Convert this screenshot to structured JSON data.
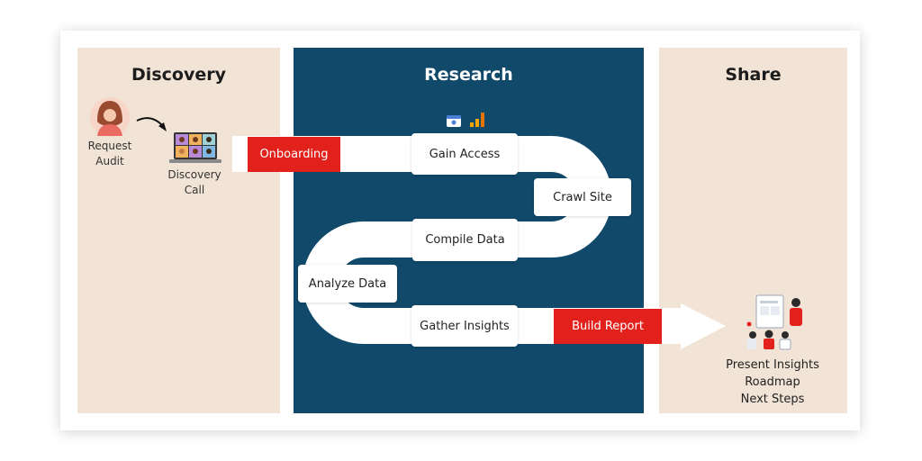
{
  "columns": {
    "discovery": {
      "title": "Discovery"
    },
    "research": {
      "title": "Research"
    },
    "share": {
      "title": "Share"
    }
  },
  "discovery": {
    "request_audit": "Request\nAudit",
    "discovery_call": "Discovery\nCall"
  },
  "research": {
    "onboarding": "Onboarding",
    "gain_access": "Gain Access",
    "crawl_site": "Crawl Site",
    "compile_data": "Compile Data",
    "analyze_data": "Analyze Data",
    "gather_insights": "Gather Insights",
    "build_report": "Build Report"
  },
  "share": {
    "lines": [
      "Present Insights",
      "Roadmap",
      "Next Steps"
    ]
  },
  "colors": {
    "beige": "#f1e3d6",
    "navy": "#10496a",
    "red": "#e2211c"
  }
}
